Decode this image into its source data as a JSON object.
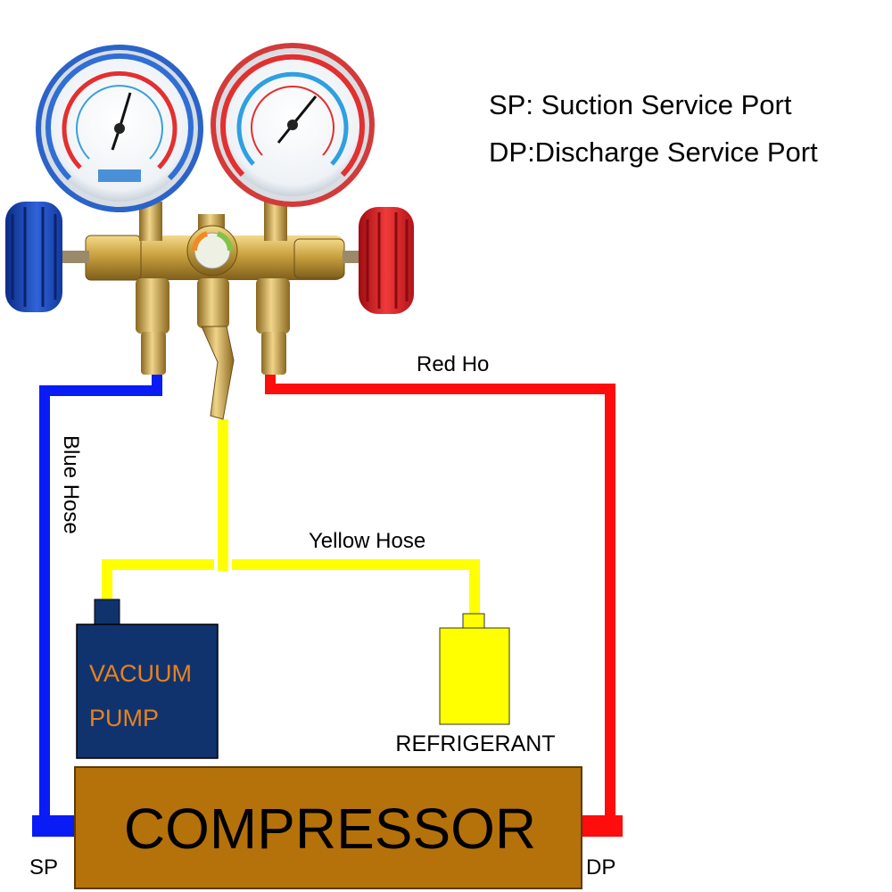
{
  "legend": {
    "sp": "SP: Suction Service Port",
    "dp": "DP:Discharge Service Port"
  },
  "hoses": {
    "blue": "Blue Hose",
    "red": "Red Ho",
    "yellow": "Yellow Hose"
  },
  "components": {
    "vacuum_pump_line1": "VACUUM",
    "vacuum_pump_line2": "PUMP",
    "refrigerant": "REFRIGERANT",
    "compressor": "COMPRESSOR"
  },
  "ports": {
    "sp": "SP",
    "dp": "DP"
  },
  "colors": {
    "blue_hose": "#0a1cf5",
    "red_hose": "#ff0c0c",
    "yellow_hose": "#ffff00",
    "compressor": "#b5720a",
    "vacuum_pump": "#11336d",
    "vacuum_pump_text": "#e8821e"
  }
}
